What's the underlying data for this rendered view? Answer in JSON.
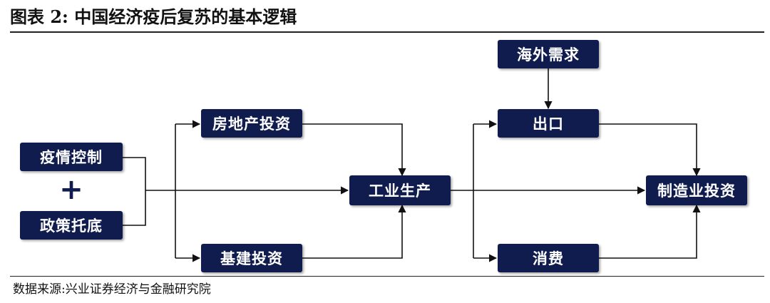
{
  "title": "图表 2:  中国经济疫后复苏的基本逻辑",
  "source": "数据来源:兴业证券经济与金融研究院",
  "plus_sign": "+",
  "nodes": {
    "epidemic_control": "疫情控制",
    "policy_support": "政策托底",
    "real_estate_investment": "房地产投资",
    "infrastructure_investment": "基建投资",
    "industrial_production": "工业生产",
    "overseas_demand": "海外需求",
    "exports": "出口",
    "consumption": "消费",
    "manufacturing_investment": "制造业投资"
  },
  "colors": {
    "box_fill": "#0f1c4d",
    "box_text": "#ffffff",
    "connector": "#111111"
  }
}
